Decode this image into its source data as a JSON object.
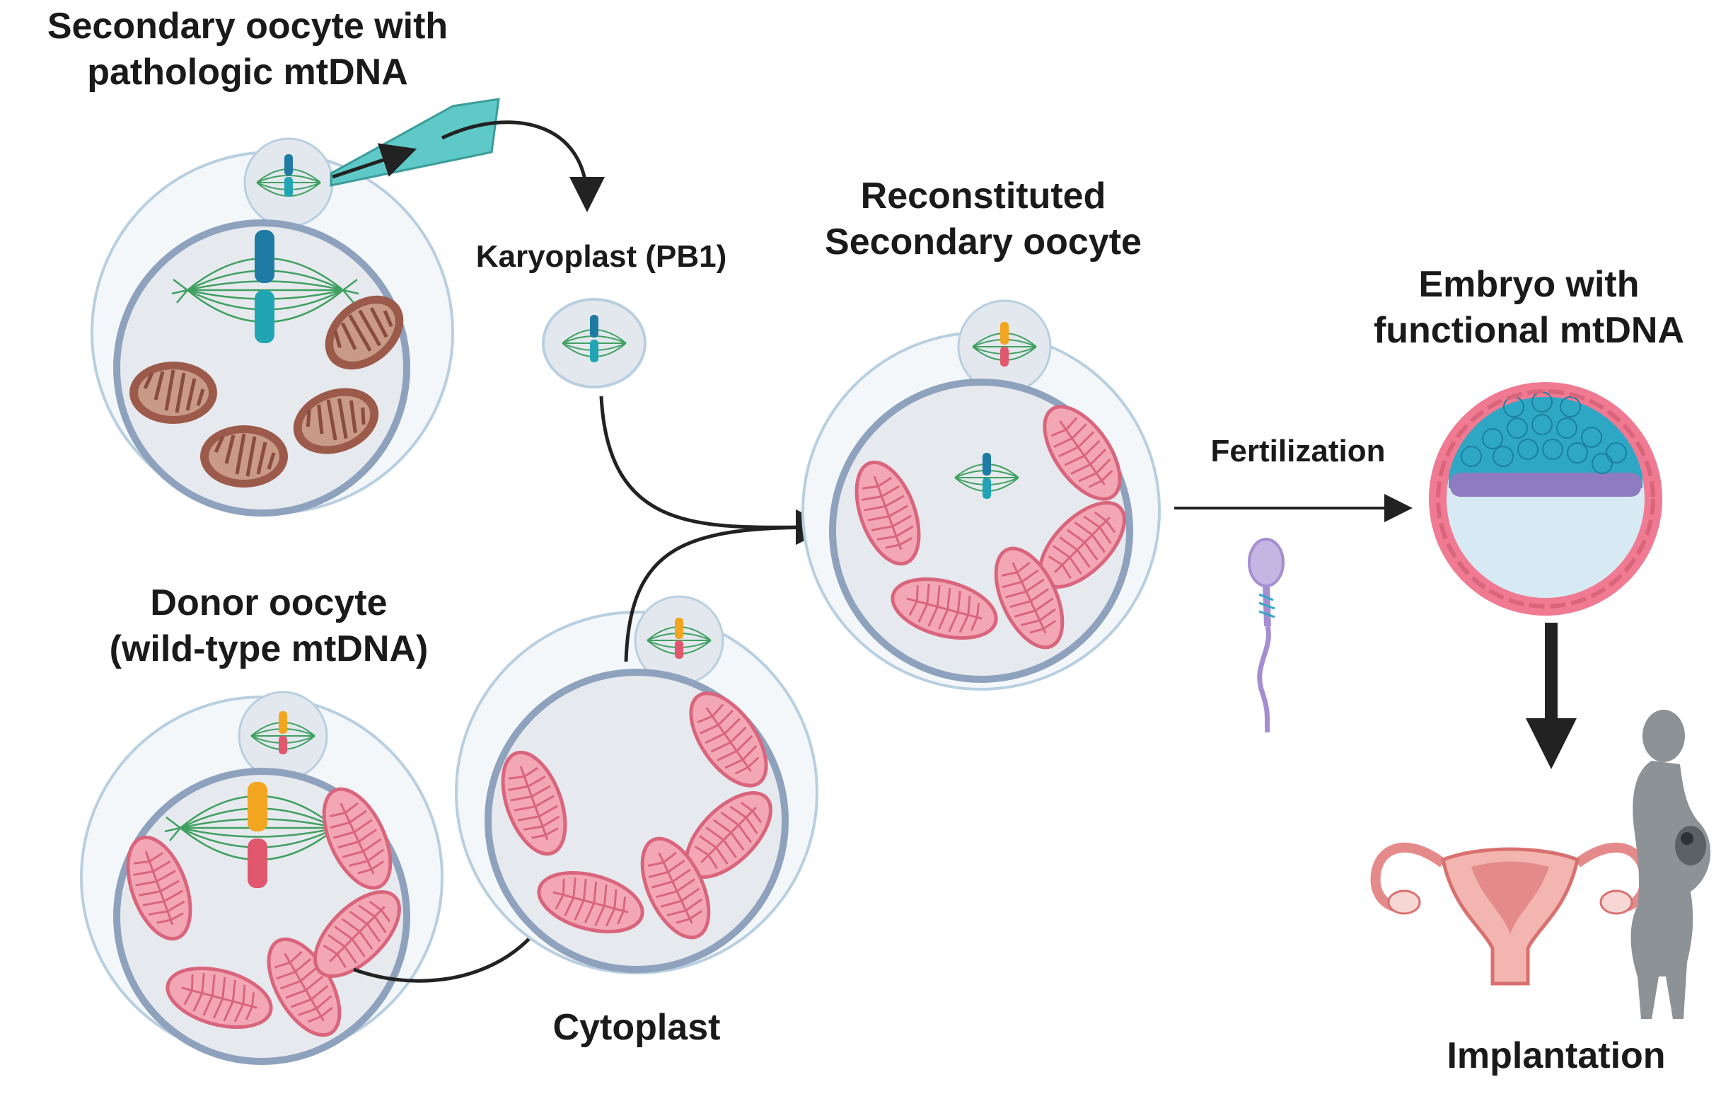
{
  "labels": {
    "secondary_oocyte_line1": "Secondary oocyte with",
    "secondary_oocyte_line2": "pathologic mtDNA",
    "karyoplast": "Karyoplast (PB1)",
    "reconstituted_line1": "Reconstituted",
    "reconstituted_line2": "Secondary oocyte",
    "embryo_line1": "Embryo with",
    "embryo_line2": "functional mtDNA",
    "fertilization": "Fertilization",
    "donor_line1": "Donor oocyte",
    "donor_line2": "(wild-type mtDNA)",
    "cytoplast": "Cytoplast",
    "implantation": "Implantation"
  },
  "colors": {
    "zona": "#b8cfe0",
    "cytoplasm": "#e6e9ee",
    "cell_border": "#8ea2bd",
    "pathologic_mito": "#9b5a4a",
    "pathologic_mito_inner": "#c99a86",
    "healthy_mito": "#f3a7b5",
    "healthy_mito_border": "#d9657c",
    "chromosome_blue": "#1f7ba3",
    "chromosome_teal": "#21a5b5",
    "chromosome_orange": "#f2a51f",
    "chromosome_red": "#e0576e",
    "spindle": "#3fa060",
    "pipette": "#5ec9c6",
    "embryo_icm": "#2ea7c4",
    "embryo_trophectoderm": "#f07a92",
    "embryo_purple": "#8f7bc1",
    "blastocoel": "#d7eaf3",
    "arrow": "#222222",
    "silhouette": "#8c9296",
    "uterus": "#e58a8a",
    "sperm": "#a58ed0"
  },
  "icons": [
    "micropipette-icon",
    "sperm-icon",
    "uterus-icon",
    "pregnant-woman-icon"
  ]
}
